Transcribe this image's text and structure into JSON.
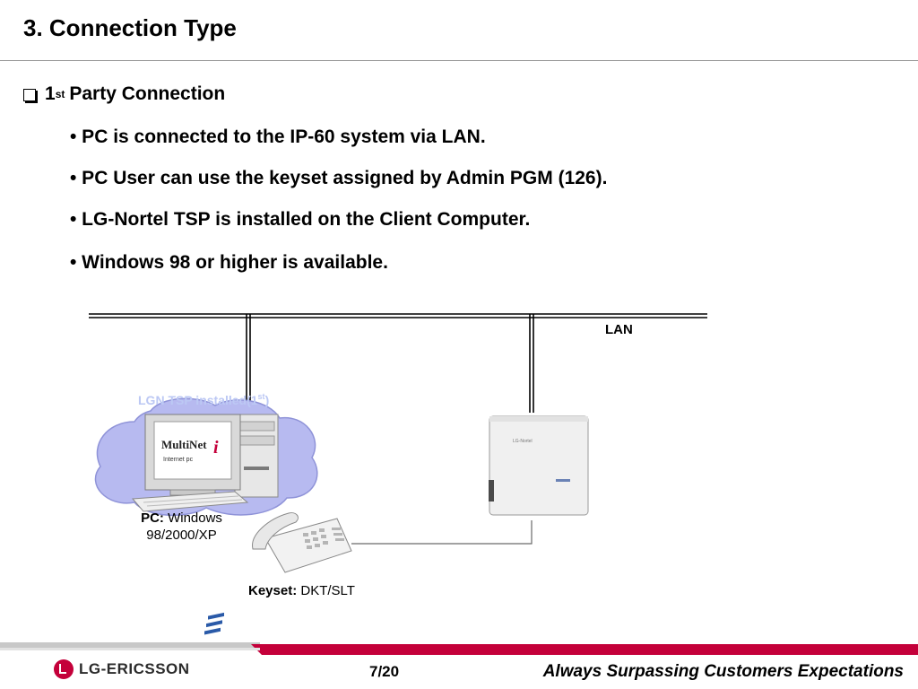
{
  "slide": {
    "title": "3. Connection Type"
  },
  "section": {
    "prefix": "1",
    "superscript": "st",
    "heading": "Party Connection"
  },
  "bullets": [
    "• PC is connected to the IP-60 system via LAN.",
    "• PC User can use the keyset assigned by Admin PGM (126).",
    "• LG-Nortel TSP is installed on the Client Computer.",
    "• Windows 98 or higher is available."
  ],
  "diagram": {
    "lan_label": "LAN",
    "cloud_label": {
      "main": "LGN TSP installed(1",
      "superscript": "st",
      "close": ")"
    },
    "pc_caption": {
      "label": "PC:",
      "text": "Windows",
      "text2": "98/2000/XP"
    },
    "keyset_caption": {
      "label": "Keyset:",
      "text": "DKT/SLT"
    },
    "pc_screen_text": {
      "brand": "MultiNet",
      "sub": "Internet pc",
      "i": "i"
    },
    "colors": {
      "cloud": "#b7baf0",
      "cloud_stroke": "#8f93d8",
      "accent": "#c4003a"
    }
  },
  "footer": {
    "logo": "LG-ERICSSON",
    "page": "7/20",
    "tagline": "Always Surpassing Customers Expectations"
  }
}
